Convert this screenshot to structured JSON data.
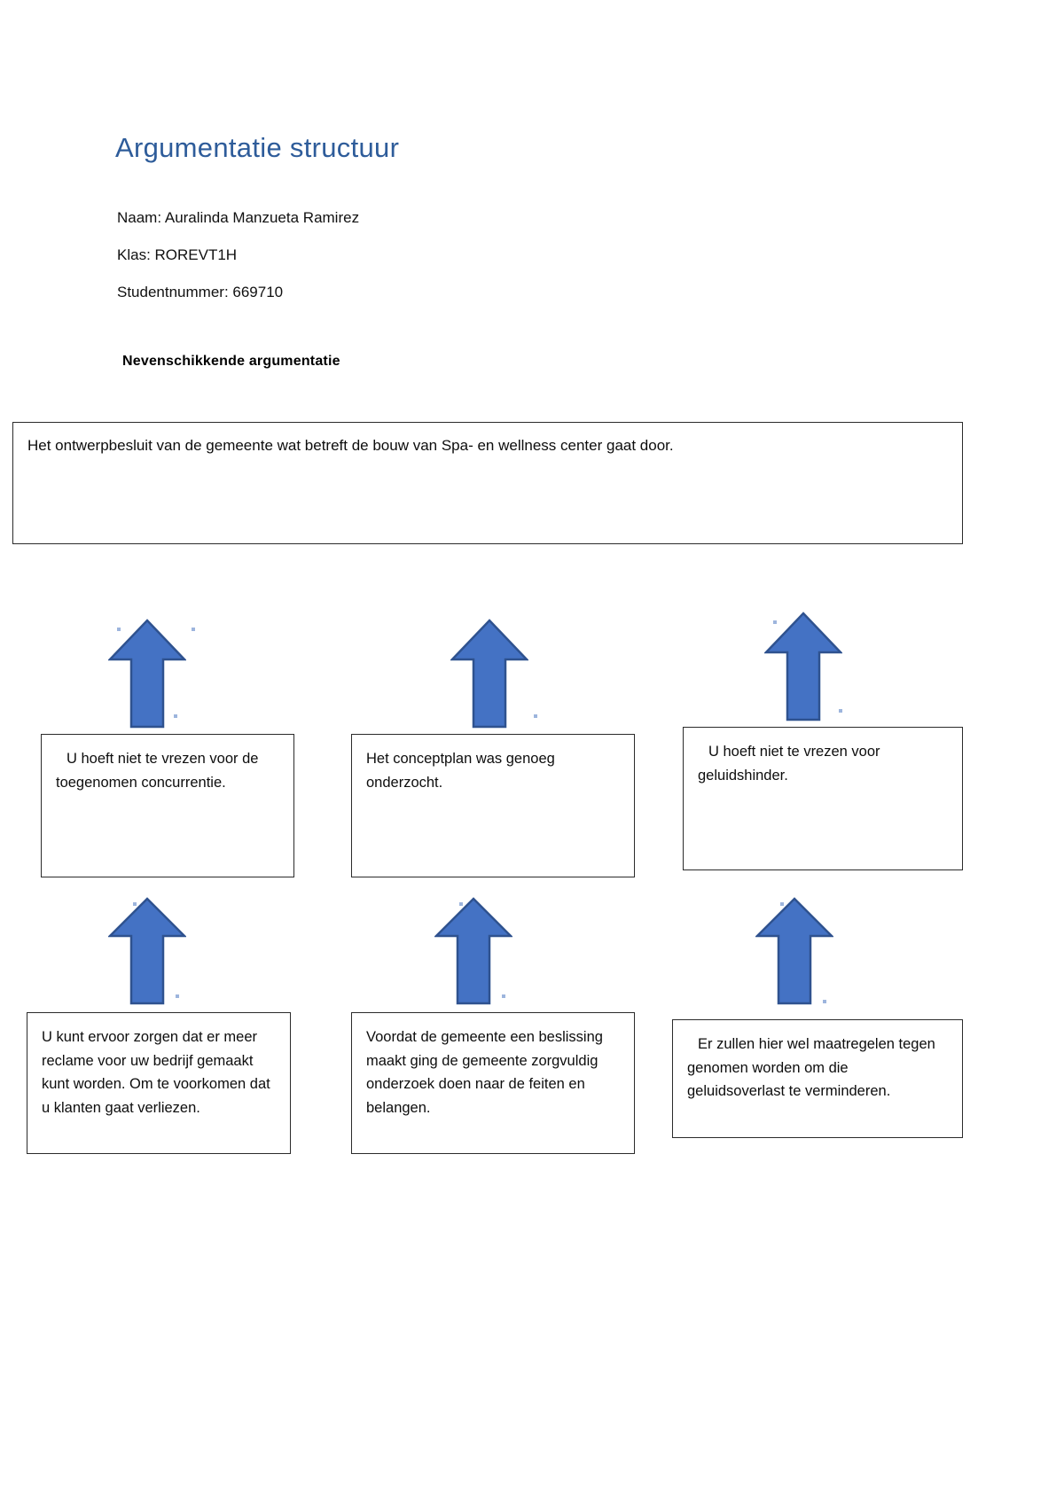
{
  "document": {
    "title": "Argumentatie structuur",
    "title_color": "#2E5C9A",
    "meta": {
      "name_line": "Naam: Auralinda Manzueta Ramirez",
      "class_line": "Klas: ROREVT1H",
      "student_number_line": "Studentnummer: 669710"
    },
    "section_heading": "Nevenschikkende argumentatie"
  },
  "diagram": {
    "type": "argument-structure",
    "arrow_color": "#4472C4",
    "arrow_border_color": "#2F528F",
    "box_border_color": "#2b2b2b",
    "standpoint": {
      "label": "standpoint-box",
      "text": "Het ontwerpbesluit van de gemeente wat betreft de bouw van Spa- en wellness center gaat door."
    },
    "arguments": [
      {
        "id": "argument-1",
        "text": "U hoeft niet te vrezen voor de toegenomen concurrentie.",
        "support": {
          "id": "support-1",
          "text": "U kunt ervoor zorgen dat er meer reclame voor uw bedrijf gemaakt kunt worden. Om te voorkomen dat u klanten gaat verliezen."
        }
      },
      {
        "id": "argument-2",
        "text": "Het conceptplan was genoeg onderzocht.",
        "support": {
          "id": "support-2",
          "text": "Voordat de gemeente een beslissing maakt ging de gemeente zorgvuldig onderzoek doen naar de feiten en belangen."
        }
      },
      {
        "id": "argument-3",
        "text": "U hoeft niet te vrezen voor geluidshinder.",
        "support": {
          "id": "support-3",
          "text": "Er zullen hier wel maatregelen tegen genomen worden om die geluidsoverlast te verminderen."
        }
      }
    ]
  }
}
